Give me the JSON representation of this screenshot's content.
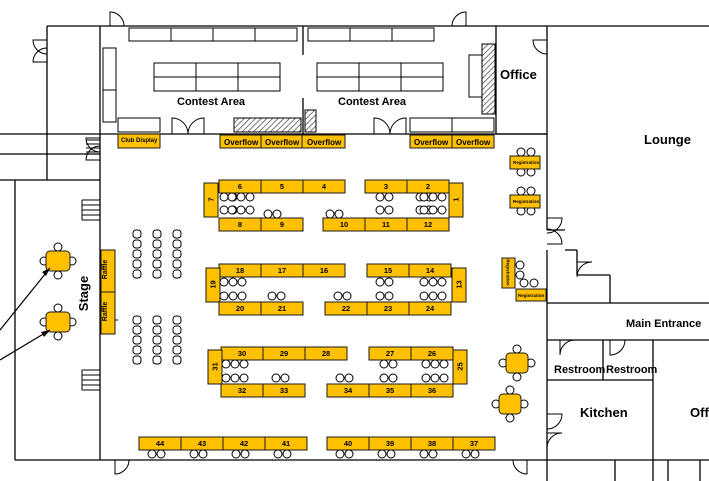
{
  "rooms": {
    "office": "Office",
    "lounge": "Lounge",
    "contest_area_left": "Contest Area",
    "contest_area_right": "Contest Area",
    "stage": "Stage",
    "main_entrance": "Main Entrance",
    "restroom_1": "Restroom",
    "restroom_2": "Restroom",
    "kitchen": "Kitchen",
    "office_cut": "Off"
  },
  "tables": {
    "club_display": "Club Display",
    "overflow": [
      "Overflow",
      "Overflow",
      "Overflow",
      "Overflow",
      "Overflow"
    ],
    "registration": [
      "Registration",
      "Registration",
      "Registration",
      "Registration"
    ],
    "raffle": [
      "Raffle",
      "Raffle"
    ],
    "numbered": [
      "1",
      "2",
      "3",
      "4",
      "5",
      "6",
      "7",
      "8",
      "9",
      "10",
      "11",
      "12",
      "13",
      "14",
      "15",
      "16",
      "17",
      "18",
      "19",
      "20",
      "21",
      "22",
      "23",
      "24",
      "25",
      "26",
      "27",
      "28",
      "29",
      "30",
      "31",
      "32",
      "33",
      "34",
      "35",
      "36",
      "37",
      "38",
      "39",
      "40",
      "41",
      "42",
      "43",
      "44"
    ]
  },
  "colors": {
    "table_fill": "#ffc000",
    "hatch": "#555555"
  }
}
